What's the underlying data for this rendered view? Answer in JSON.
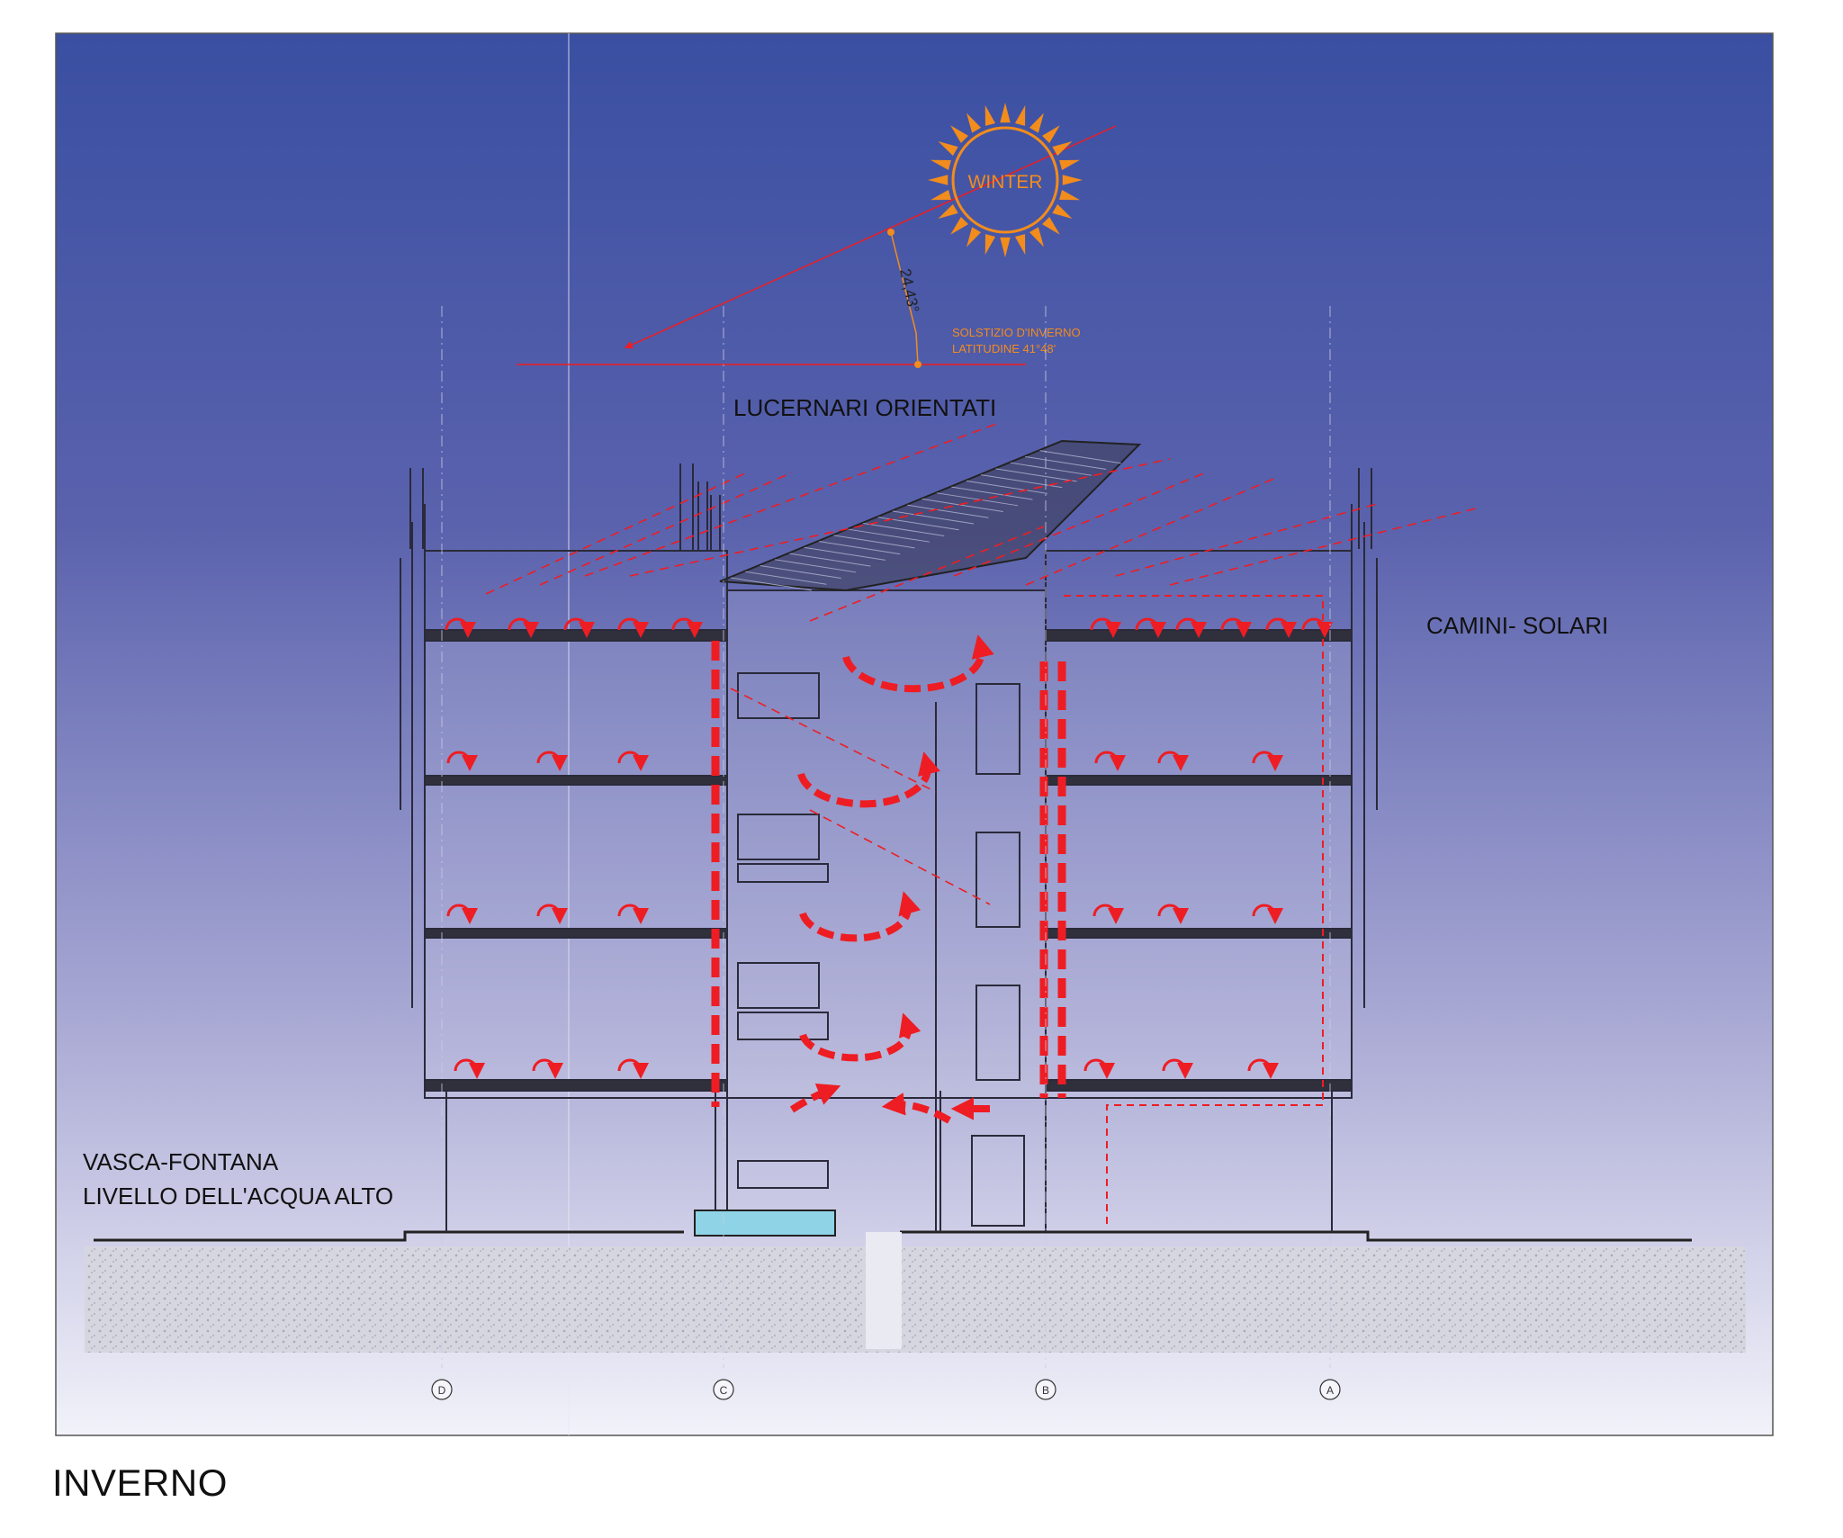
{
  "sun": {
    "label": "WINTER",
    "angle": "24,43°",
    "note_line1": "SOLSTIZIO D'INVERNO",
    "note_line2": "LATITUDINE 41°48'"
  },
  "labels": {
    "skylights": "LUCERNARI ORIENTATI",
    "solar_chimneys": "CAMINI- SOLARI",
    "pool_line1": "VASCA-FONTANA",
    "pool_line2": "LIVELLO DELL'ACQUA ALTO"
  },
  "grid_axes": [
    "D",
    "C",
    "B",
    "A"
  ],
  "caption": "INVERNO",
  "colors": {
    "sky_top": "#3a50a3",
    "sky_bottom": "#f0f0fa",
    "sun": "#f28c1c",
    "airflow": "#ee1d23",
    "structure": "#2a2a3a",
    "ground": "#d8d8e2",
    "water": "#8fd3e6"
  }
}
